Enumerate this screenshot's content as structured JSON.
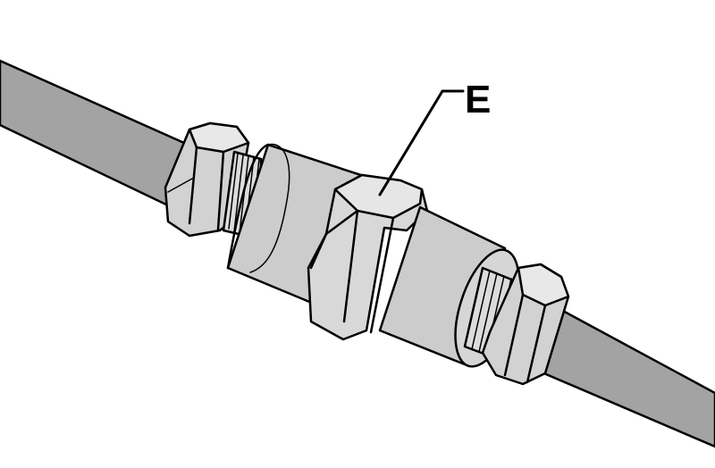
{
  "diagram": {
    "callouts": [
      {
        "id": "E",
        "label": "E",
        "target": "union-body-hex-nut"
      }
    ]
  },
  "colors": {
    "pipe": "#a3a3a3",
    "metal_light": "#dcdcdc",
    "metal_mid": "#cccccc",
    "metal_dark": "#b5b5b5",
    "outline": "#000000",
    "background": "#ffffff"
  }
}
